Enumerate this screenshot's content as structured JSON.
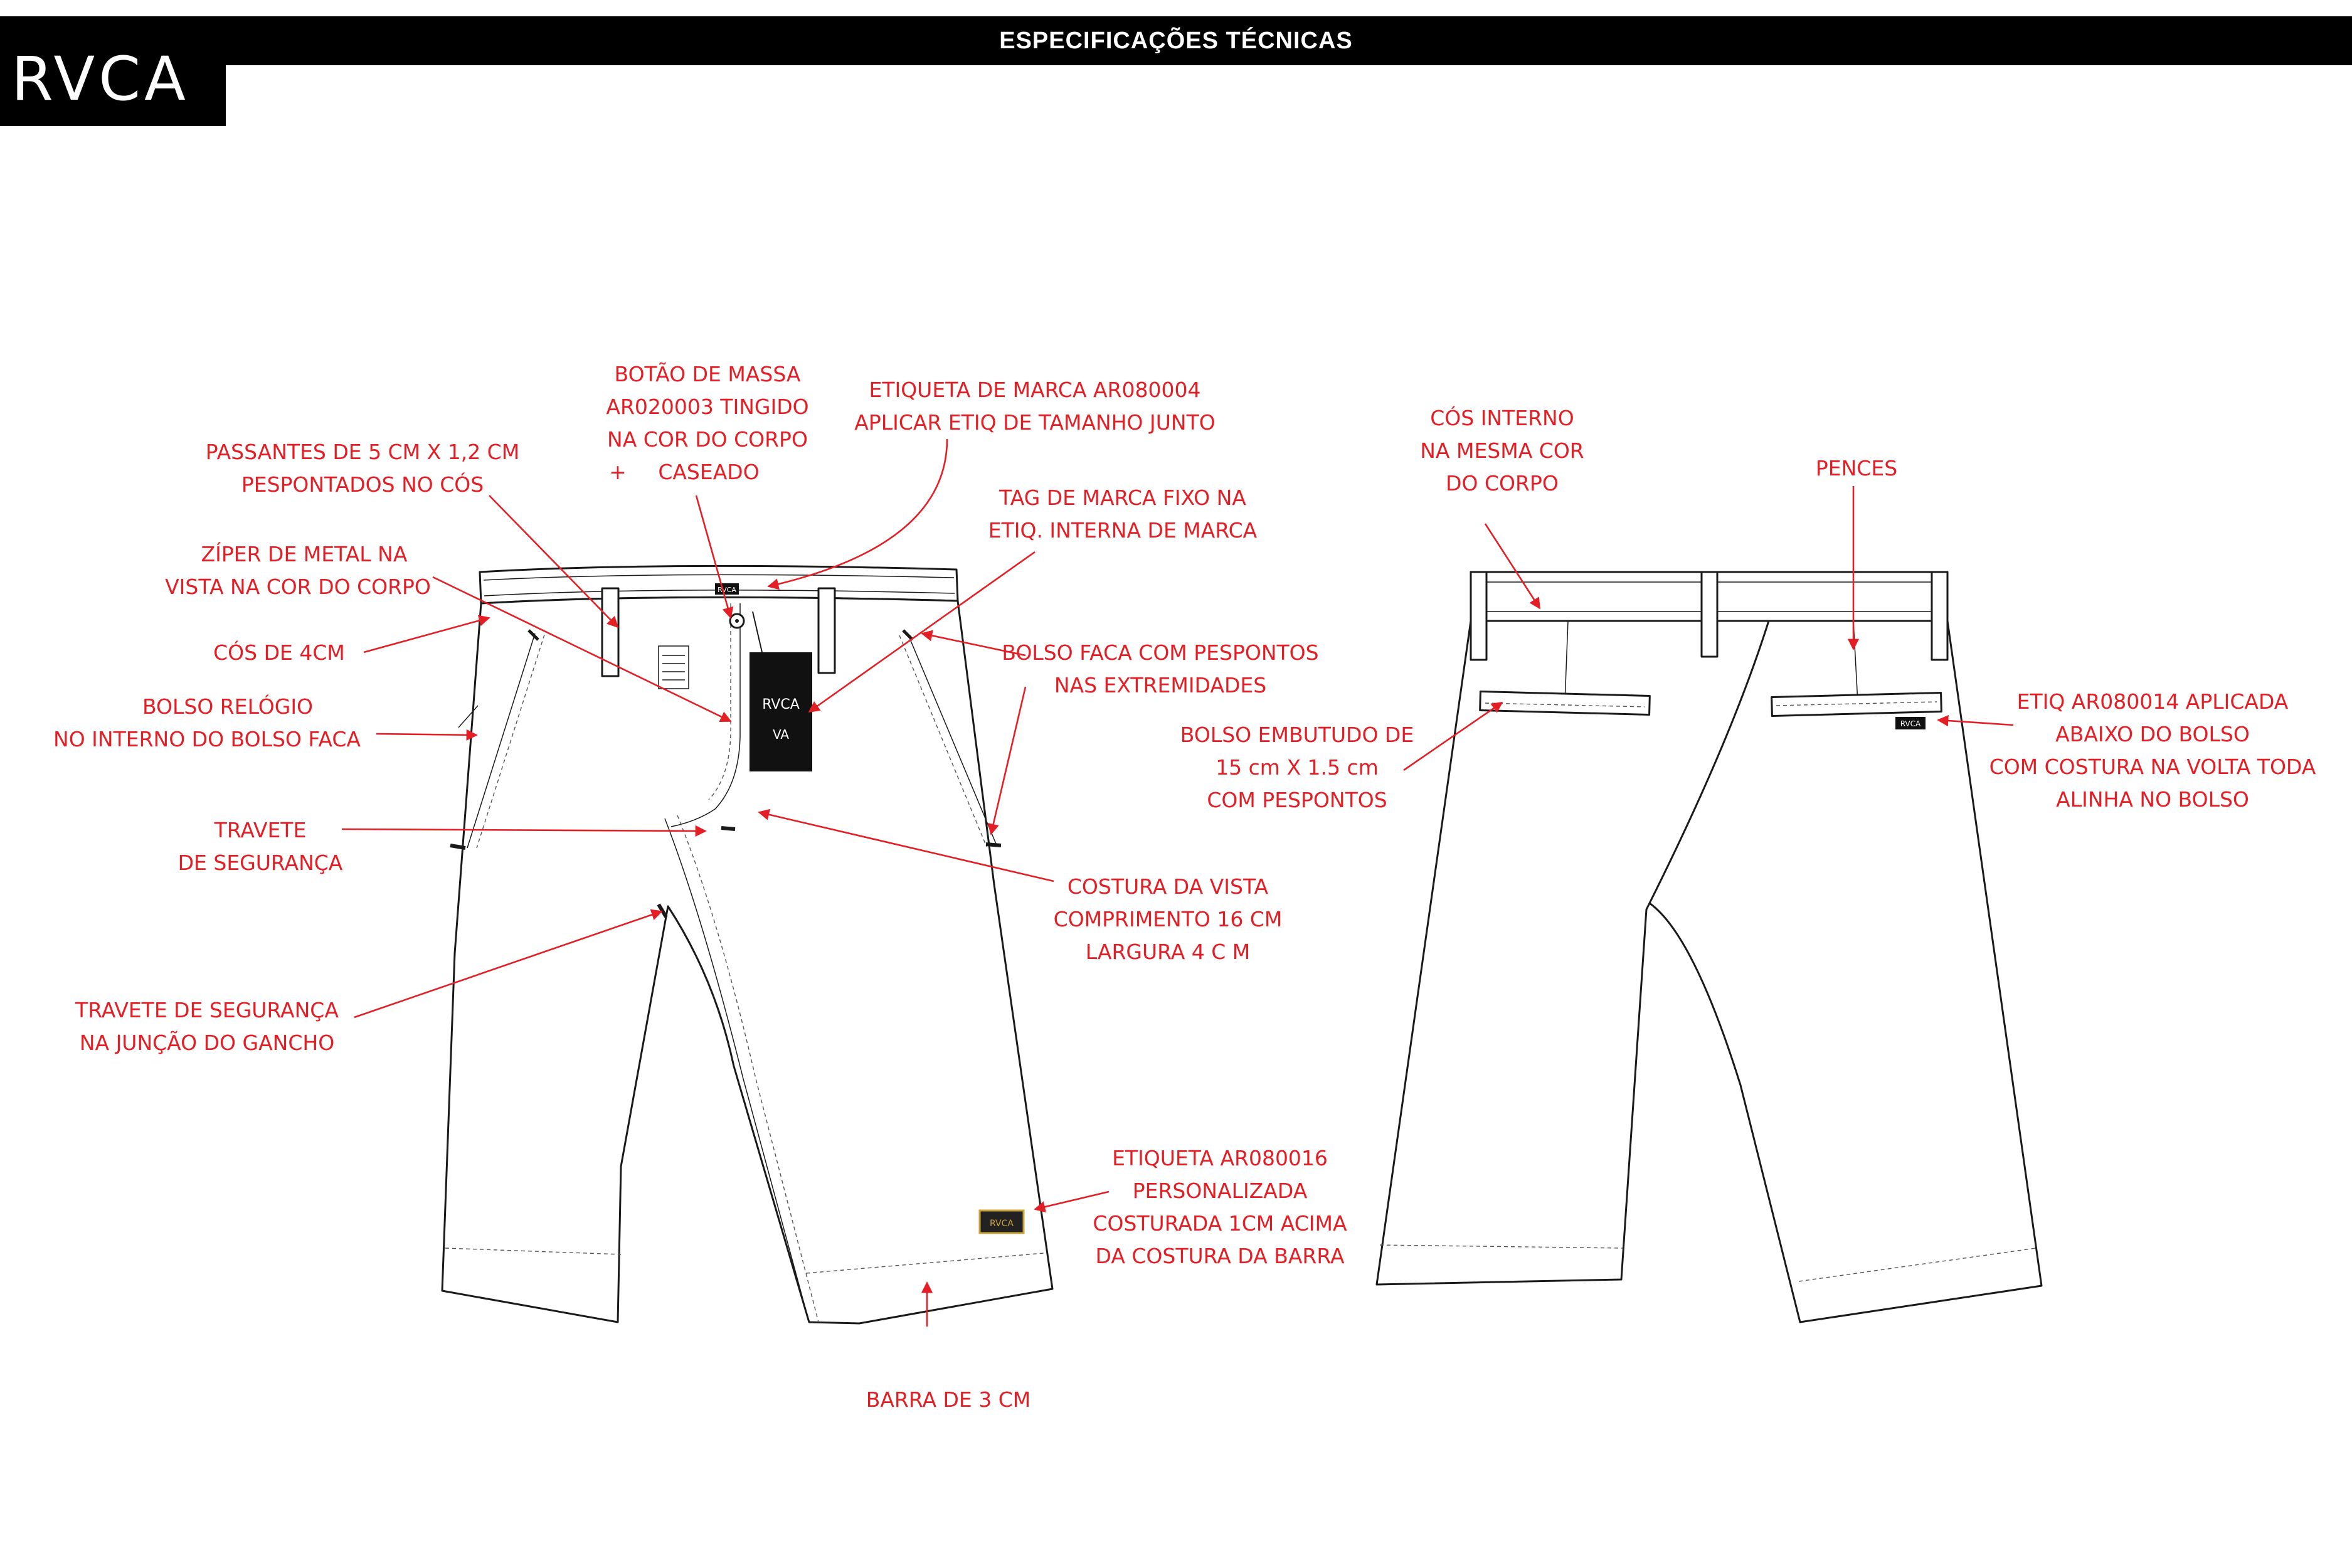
{
  "header": {
    "title": "ESPECIFICAÇÕES TÉCNICAS",
    "brand_logo": "RVCA"
  },
  "colors": {
    "annotation": "#e31e24",
    "header_bg": "#000000",
    "line_art": "#1a1a1a"
  },
  "front_annotations": {
    "botao": [
      "BOTÃO DE MASSA",
      "AR020003 TINGIDO",
      "NA COR DO CORPO",
      "CASEADO"
    ],
    "botao_plus": "+",
    "etiqueta_marca": [
      "ETIQUETA DE MARCA AR080004",
      "APLICAR ETIQ DE TAMANHO JUNTO"
    ],
    "passantes": [
      "PASSANTES DE 5 CM X 1,2 CM",
      "PESPONTADOS NO CÓS"
    ],
    "tag_marca": [
      "TAG DE MARCA FIXO NA",
      "ETIQ. INTERNA DE MARCA"
    ],
    "ziper": [
      "ZÍPER DE METAL NA",
      "VISTA NA COR DO CORPO"
    ],
    "cos": [
      "CÓS DE 4CM"
    ],
    "bolso_faca": [
      "BOLSO FACA COM PESPONTOS",
      "NAS EXTREMIDADES"
    ],
    "bolso_relogio": [
      "BOLSO RELÓGIO",
      "NO INTERNO DO BOLSO FACA"
    ],
    "travete": [
      "TRAVETE",
      "DE SEGURANÇA"
    ],
    "costura_vista": [
      "COSTURA DA VISTA",
      "COMPRIMENTO 16 CM",
      "LARGURA 4 C M"
    ],
    "travete_gancho": [
      "TRAVETE DE SEGURANÇA",
      "NA JUNÇÃO DO GANCHO"
    ],
    "etiqueta_barra": [
      "ETIQUETA AR080016",
      "PERSONALIZADA",
      "COSTURADA 1CM ACIMA",
      "DA COSTURA DA BARRA"
    ],
    "barra": [
      "BARRA DE 3 CM"
    ]
  },
  "back_annotations": {
    "cos_interno": [
      "CÓS INTERNO",
      "NA MESMA COR",
      "DO CORPO"
    ],
    "pences": [
      "PENCES"
    ],
    "bolso_embutido": [
      "BOLSO EMBUTUDO DE",
      "15 cm X 1.5 cm",
      "COM PESPONTOS"
    ],
    "etiq_bolso": [
      "ETIQ AR080014 APLICADA",
      "ABAIXO DO BOLSO",
      "COM COSTURA NA VOLTA TODA",
      "ALINHA NO BOLSO"
    ]
  },
  "garment_labels": {
    "hangtag_brand": "RVCA",
    "hangtag_mark": "VA",
    "waist_label": "RVCA",
    "hem_label": "RVCA",
    "back_pocket_label": "RVCA"
  }
}
